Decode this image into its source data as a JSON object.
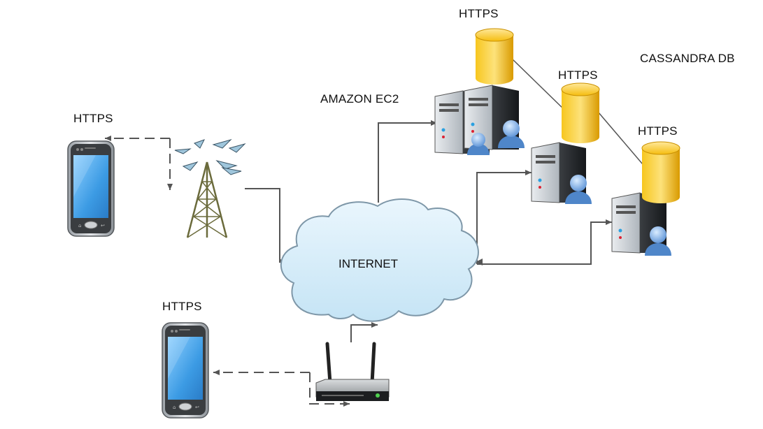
{
  "labels": {
    "https_db1": "HTTPS",
    "https_db2": "HTTPS",
    "https_db3": "HTTPS",
    "https_phone_top": "HTTPS",
    "https_phone_bottom": "HTTPS",
    "cassandra": "CASSANDRA DB",
    "amazon_ec2": "AMAZON EC2",
    "internet": "INTERNET"
  },
  "colors": {
    "db_gold": "#f2b705",
    "cloud_fill": "#d4ecf8",
    "cloud_stroke": "#7e97a8",
    "server_dark": "#2a2d30",
    "screen_blue": "#4aa6e8",
    "user_blue": "#5b92d6",
    "line": "#555555"
  }
}
